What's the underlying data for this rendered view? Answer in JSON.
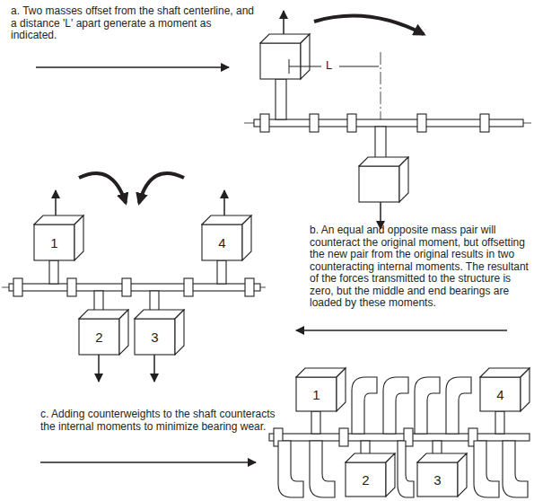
{
  "diagram": {
    "labels": [
      "a. Two masses offset from the shaft centerline, and a distance 'L' apart generate a moment as indicated.",
      "L",
      "b. An equal and opposite mass pair will counteract the original moment, but offsetting the new pair from the original results in two counteracting internal moments. The resultant of the forces transmitted to the structure is zero, but the middle and end bearings are loaded by these moments.",
      "1",
      "4",
      "2",
      "3",
      "c. Adding counterweights to the shaft counteracts the internal moments to minimize bearing wear.",
      "1",
      "4",
      "2",
      "3"
    ]
  }
}
